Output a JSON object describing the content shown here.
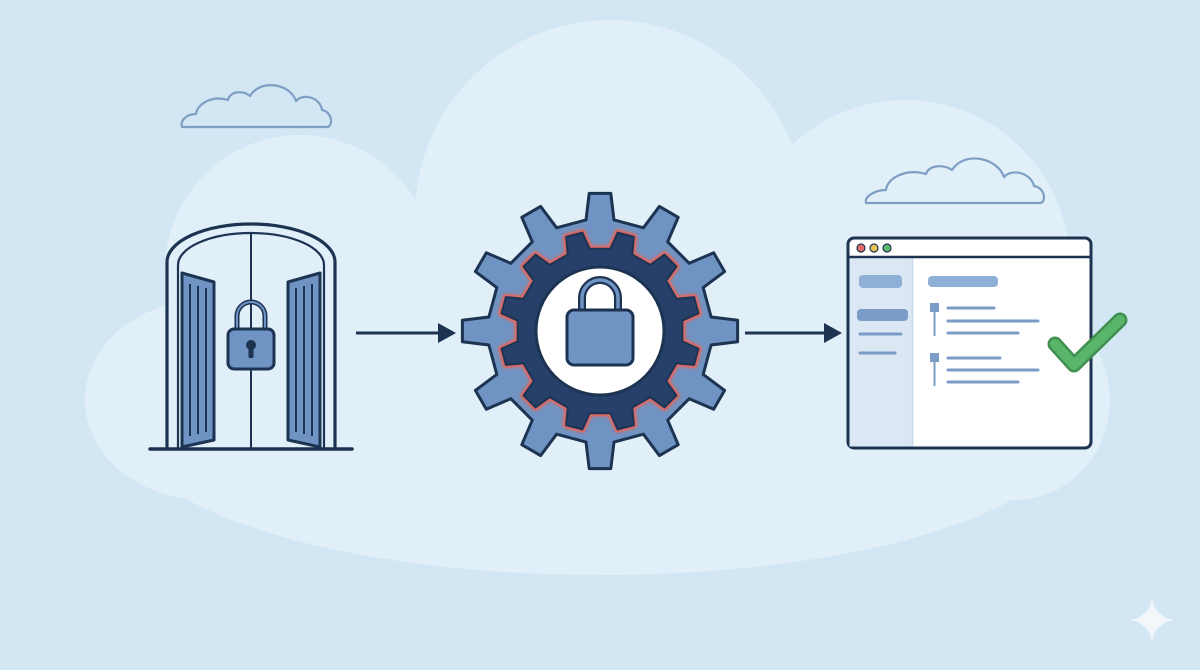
{
  "colors": {
    "background": "#d2e6f4",
    "cloud_fill": "#e1eff9",
    "small_cloud_stroke": "#7e9fc3",
    "ink": "#1d3352",
    "gear_outer": "#6f94c3",
    "gear_dark": "#26406a",
    "gear_glow": "#e8655a",
    "lock_fill": "#6f94c3",
    "window_white": "#ffffff",
    "window_sidebar": "#dbe8f4",
    "window_line": "#7a9cc6",
    "dot_red": "#e26a6a",
    "dot_yellow": "#e8c252",
    "dot_green": "#5db96d",
    "check_green": "#58b56a"
  },
  "icons": {
    "gate": "locked-gate-icon",
    "gear": "gear-lock-icon",
    "window": "app-window-icon",
    "check": "checkmark-icon",
    "sparkle": "sparkle-icon",
    "arrow": "arrow-right-icon",
    "cloud": "cloud-icon"
  },
  "flow": {
    "steps": [
      {
        "id": "gate",
        "icon": "locked-gate-icon"
      },
      {
        "id": "gear",
        "icon": "gear-lock-icon"
      },
      {
        "id": "window",
        "icon": "app-window-icon"
      }
    ],
    "status": "verified"
  }
}
